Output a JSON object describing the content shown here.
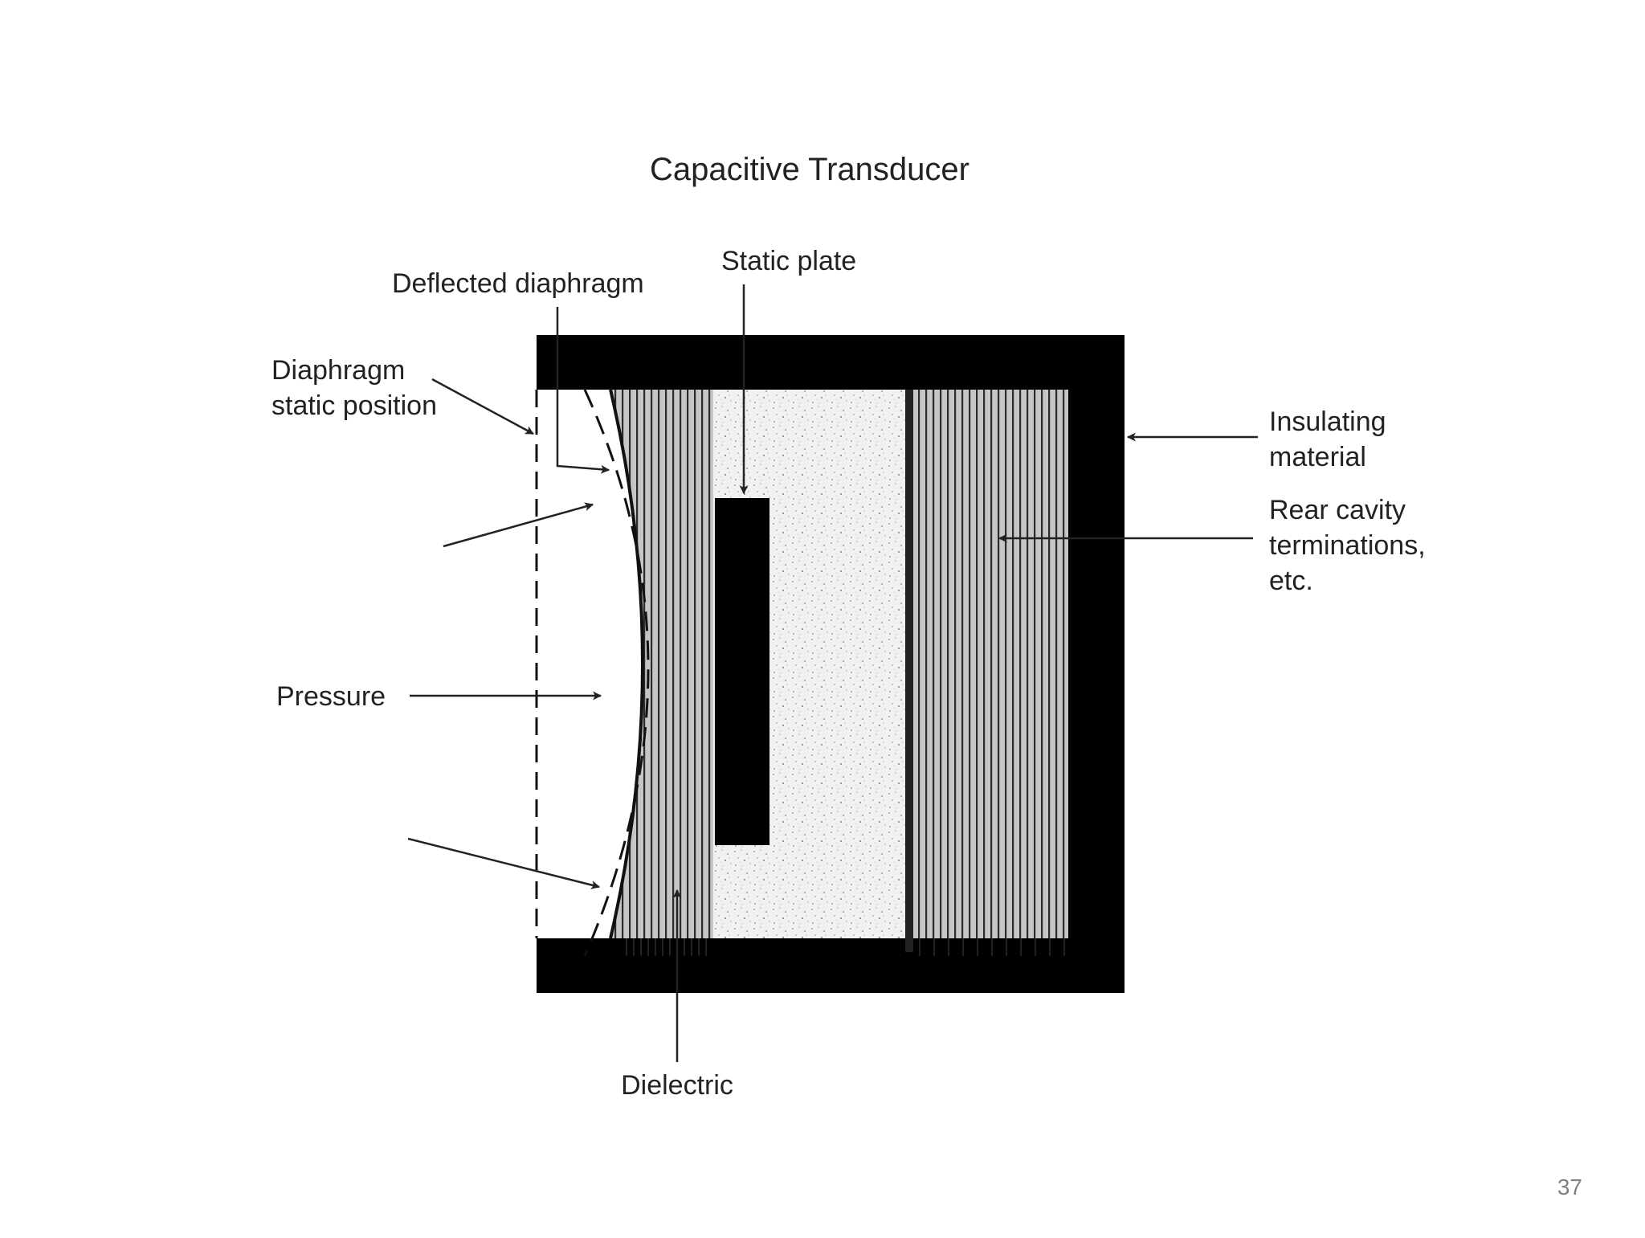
{
  "diagram": {
    "title": "Capacitive Transducer",
    "labels": {
      "deflected_diaphragm": "Deflected diaphragm",
      "static_plate": "Static plate",
      "diaphragm_static_line1": "Diaphragm",
      "diaphragm_static_line2": "static position",
      "pressure": "Pressure",
      "insulating_line1": "Insulating",
      "insulating_line2": "material",
      "rear_cavity_line1": "Rear cavity",
      "rear_cavity_line2": "terminations,",
      "rear_cavity_line3": "etc.",
      "dielectric": "Dielectric"
    }
  },
  "page": {
    "number": "37"
  }
}
